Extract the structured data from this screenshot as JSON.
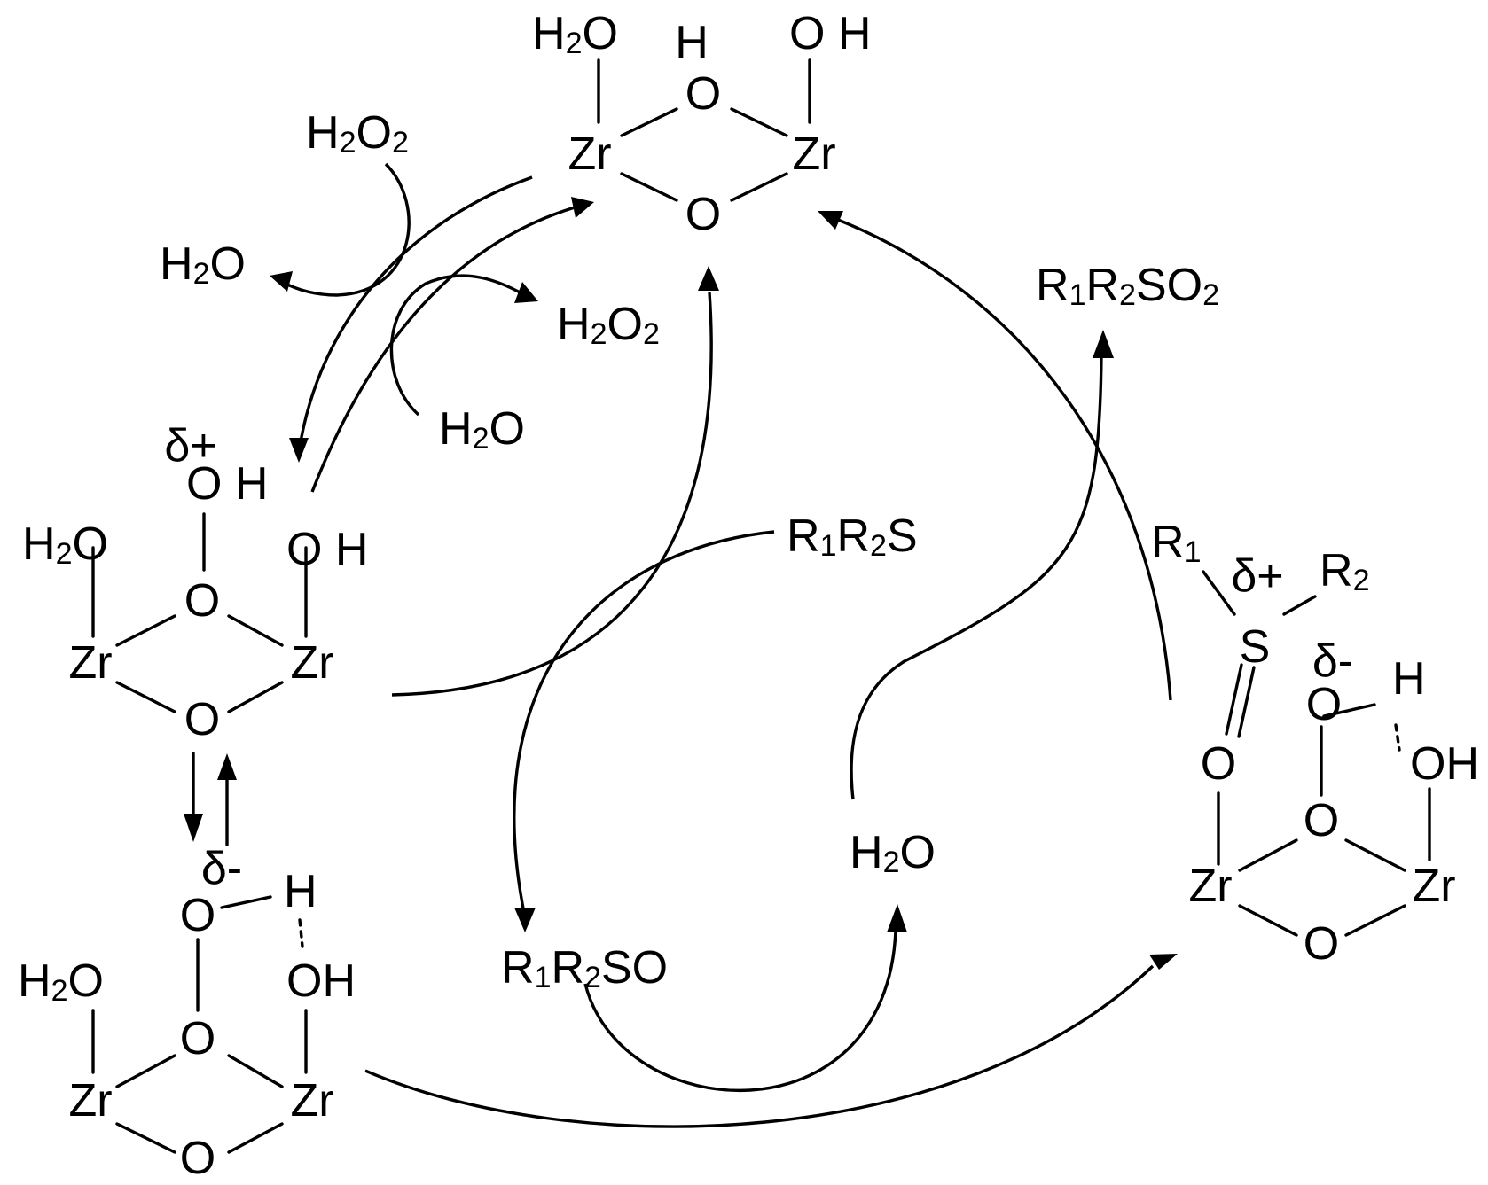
{
  "colors": {
    "ink": "#000000",
    "background": "#ffffff"
  },
  "atoms": {
    "Zr": "Zr",
    "O": "O",
    "H": "H",
    "S": "S",
    "OH": "OH",
    "O_gap_H": "O H",
    "H2O_main": "H",
    "H2O_sub": "2",
    "H2O_tail": "O",
    "R1_main": "R",
    "R1_sub": "1",
    "R2_main": "R",
    "R2_sub": "2"
  },
  "charges": {
    "delta_plus": "δ+",
    "delta_minus": "δ-"
  },
  "species": {
    "h2o2_main": "H",
    "h2o2_sub1": "2",
    "h2o2_mid": "O",
    "h2o2_sub2": "2",
    "sulfide_r1": "R",
    "sulfide_s1": "1",
    "sulfide_r2": "R",
    "sulfide_s2": "2",
    "sulfide_tail": "S",
    "sulfoxide_r1": "R",
    "sulfoxide_s1": "1",
    "sulfoxide_r2": "R",
    "sulfoxide_s2": "2",
    "sulfoxide_tail": "SO",
    "sulfone_r1": "R",
    "sulfone_s1": "1",
    "sulfone_r2": "R",
    "sulfone_s2": "2",
    "sulfone_mid": "SO",
    "sulfone_s3": "2"
  }
}
